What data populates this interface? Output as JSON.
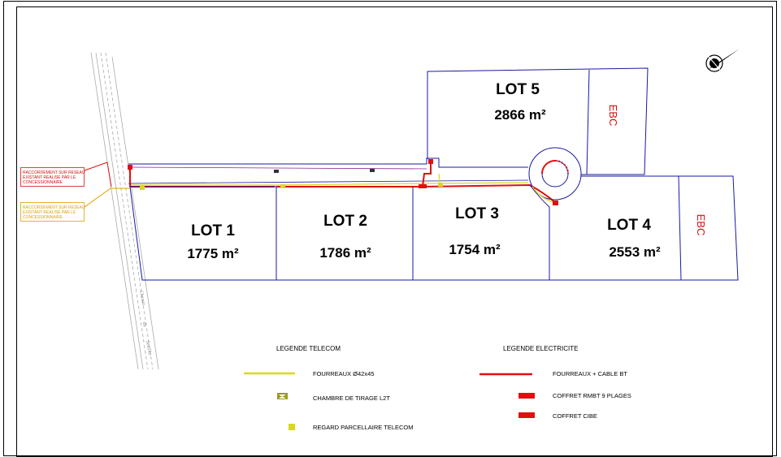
{
  "lots": [
    {
      "name": "LOT 1",
      "area": "1775 m²"
    },
    {
      "name": "LOT 2",
      "area": "1786 m²"
    },
    {
      "name": "LOT 3",
      "area": "1754 m²"
    },
    {
      "name": "LOT 4",
      "area": "2553 m²"
    },
    {
      "name": "LOT 5",
      "area": "2866 m²"
    }
  ],
  "ebc": {
    "label_lot5": "EBC",
    "label_lot4": "EBC"
  },
  "notes": {
    "red": [
      "RACCORDEMENT SUR RESEAU",
      "EXISTANT  REALISE PAR LE",
      "CONCESSIONNAIRE"
    ],
    "orange": [
      "RACCORDEMENT SUR RESEAU",
      "EXISTANT  REALISE PAR LE",
      "CONCESSIONNAIRE"
    ]
  },
  "road_name": [
    "Chemin",
    "du",
    "Seuillet"
  ],
  "legend": {
    "telecom": {
      "title": "LEGENDE  TELECOM",
      "items": [
        {
          "label": "FOURREAUX Ø42x45",
          "symbol": "yellow-line"
        },
        {
          "label": "CHAMBRE DE TIRAGE L2T",
          "symbol": "olive-box"
        },
        {
          "label": "REGARD PARCELLAIRE TELECOM",
          "symbol": "yellow-square"
        }
      ]
    },
    "electricite": {
      "title": "LEGENDE  ELECTRICITE",
      "items": [
        {
          "label": "FOURREAUX + CABLE BT",
          "symbol": "red-line"
        },
        {
          "label": "COFFRET RMBT 9 PLAGES",
          "symbol": "red-box"
        },
        {
          "label": "COFFRET  CIBE",
          "symbol": "red-box"
        }
      ]
    }
  },
  "colors": {
    "lot_outline": "#1a1aa0",
    "network_red": "#e01010",
    "network_yellow": "#d8d820",
    "box_olive": "#9a9a20",
    "ebc_red": "#d01010",
    "frame": "#000000"
  }
}
